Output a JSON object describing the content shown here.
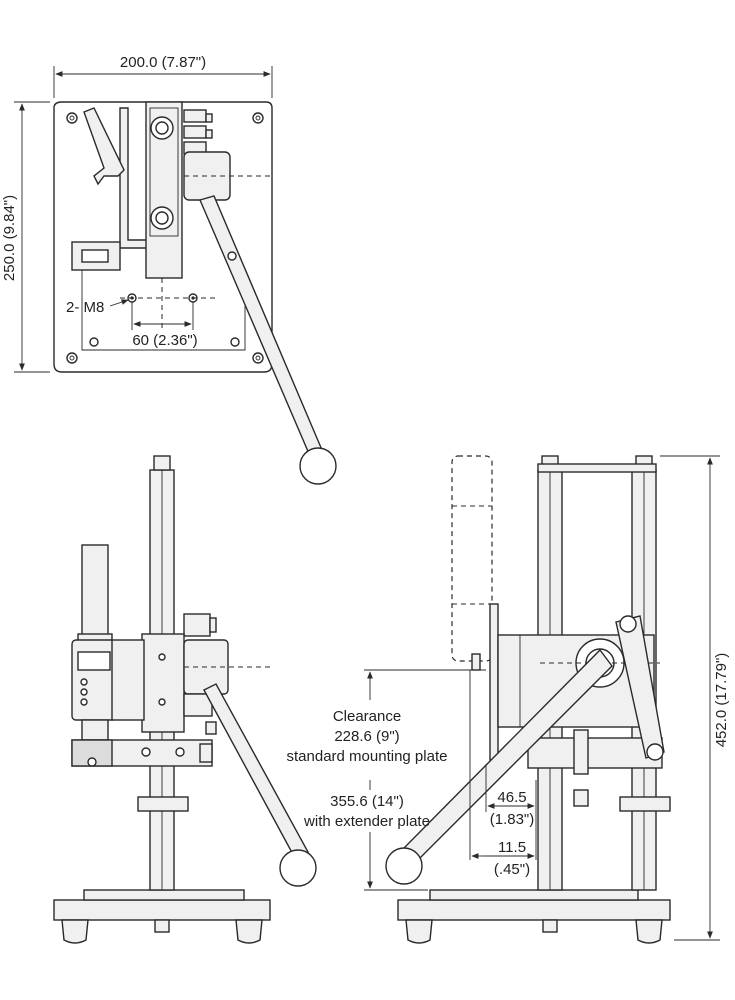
{
  "top_view": {
    "width_dim": "200.0 (7.87\")",
    "height_dim": "250.0 (9.84\")",
    "thread_callout": "2- M8",
    "hole_spacing": "60 (2.36\")"
  },
  "rear_view": {
    "clearance_label": "Clearance",
    "clearance_std_value": "228.6 (9\")",
    "clearance_std_note": "standard mounting plate",
    "clearance_ext_value": "355.6 (14\")",
    "clearance_ext_note": "with extender plate",
    "offset_a_value": "46.5",
    "offset_a_inch": "(1.83\")",
    "offset_b_value": "11.5",
    "offset_b_inch": "(.45\")",
    "overall_height": "452.0 (17.79\")"
  }
}
